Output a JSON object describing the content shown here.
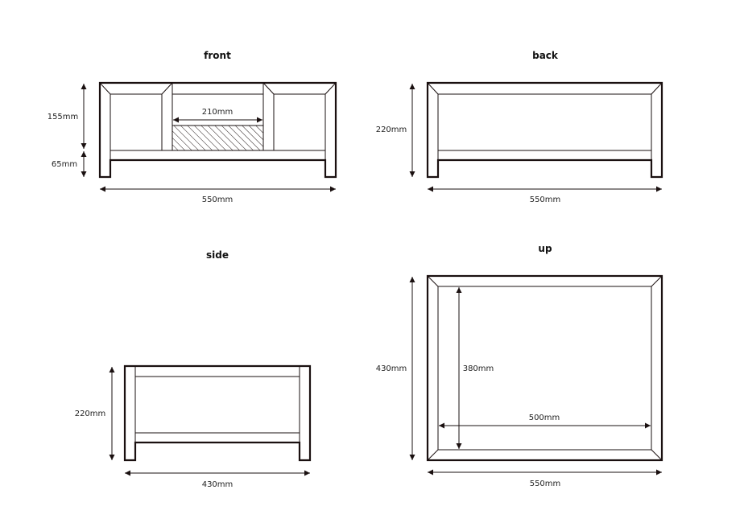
{
  "views": {
    "front": {
      "title": "front",
      "dim_top_height": "155mm",
      "dim_leg_height": "65mm",
      "dim_drawer_width": "210mm",
      "dim_width": "550mm"
    },
    "back": {
      "title": "back",
      "dim_height": "220mm",
      "dim_width": "550mm"
    },
    "side": {
      "title": "side",
      "dim_height": "220mm",
      "dim_width": "430mm"
    },
    "up": {
      "title": "up",
      "dim_outer_depth": "430mm",
      "dim_inner_depth": "380mm",
      "dim_inner_width": "500mm",
      "dim_outer_width": "550mm"
    }
  }
}
